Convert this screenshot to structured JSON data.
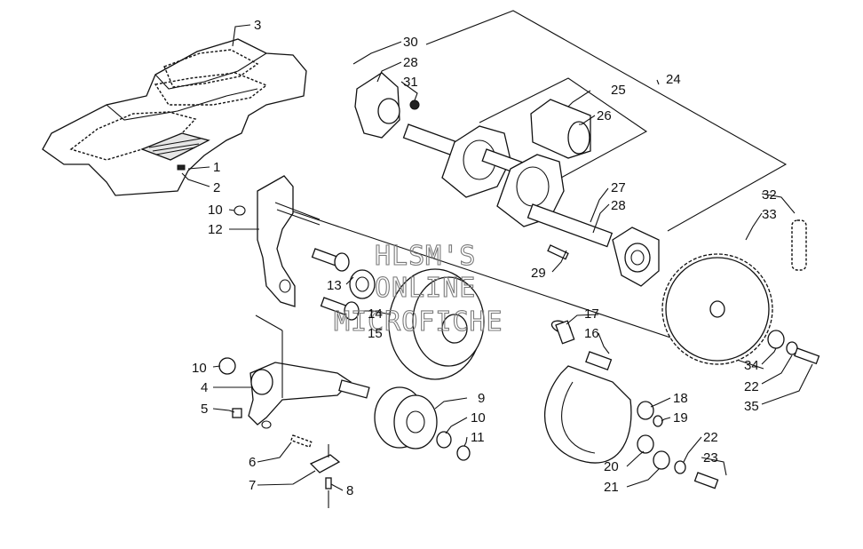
{
  "diagram": {
    "callouts": [
      {
        "id": "c3",
        "text": "3"
      },
      {
        "id": "c30",
        "text": "30"
      },
      {
        "id": "c28a",
        "text": "28"
      },
      {
        "id": "c31",
        "text": "31"
      },
      {
        "id": "c25",
        "text": "25"
      },
      {
        "id": "c26",
        "text": "26"
      },
      {
        "id": "c24",
        "text": "24"
      },
      {
        "id": "c1",
        "text": "1"
      },
      {
        "id": "c2",
        "text": "2"
      },
      {
        "id": "c10a",
        "text": "10"
      },
      {
        "id": "c12",
        "text": "12"
      },
      {
        "id": "c27",
        "text": "27"
      },
      {
        "id": "c28b",
        "text": "28"
      },
      {
        "id": "c32",
        "text": "32"
      },
      {
        "id": "c33",
        "text": "33"
      },
      {
        "id": "c29",
        "text": "29"
      },
      {
        "id": "c13",
        "text": "13"
      },
      {
        "id": "c14",
        "text": "14"
      },
      {
        "id": "c15",
        "text": "15"
      },
      {
        "id": "c17",
        "text": "17"
      },
      {
        "id": "c16",
        "text": "16"
      },
      {
        "id": "c10b",
        "text": "10"
      },
      {
        "id": "c4",
        "text": "4"
      },
      {
        "id": "c9",
        "text": "9"
      },
      {
        "id": "c34",
        "text": "34"
      },
      {
        "id": "c22a",
        "text": "22"
      },
      {
        "id": "c35",
        "text": "35"
      },
      {
        "id": "c5",
        "text": "5"
      },
      {
        "id": "c10c",
        "text": "10"
      },
      {
        "id": "c18",
        "text": "18"
      },
      {
        "id": "c19",
        "text": "19"
      },
      {
        "id": "c11",
        "text": "11"
      },
      {
        "id": "c22b",
        "text": "22"
      },
      {
        "id": "c6",
        "text": "6"
      },
      {
        "id": "c23",
        "text": "23"
      },
      {
        "id": "c20",
        "text": "20"
      },
      {
        "id": "c7",
        "text": "7"
      },
      {
        "id": "c8",
        "text": "8"
      },
      {
        "id": "c21",
        "text": "21"
      }
    ],
    "watermark": [
      "HLSM'S",
      "ONLINE",
      "MICROFICHE"
    ]
  }
}
